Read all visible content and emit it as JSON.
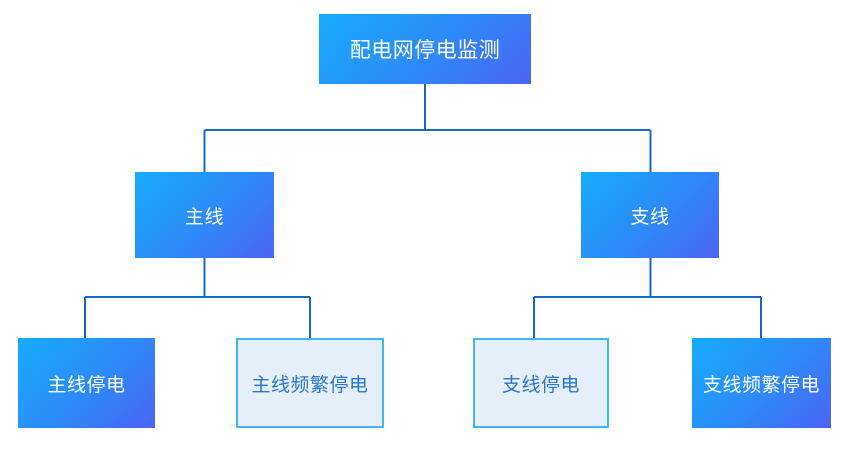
{
  "diagram": {
    "type": "hierarchy-tree",
    "title": "配电网停电监测",
    "orientation": "top-down",
    "levels": 3,
    "colors": {
      "gradient_start": "#16ACFC",
      "gradient_mid": "#2D8BF8",
      "gradient_end": "#4B64F4",
      "light_fill": "#E4EFF9",
      "light_border": "#3FB8F1",
      "light_text": "#2B77C6",
      "connector": "#1668C4",
      "node_text": "#FFFFFF",
      "background": "#FFFFFF"
    },
    "nodes": {
      "root": {
        "label": "配电网停电监测",
        "style": "gradient"
      },
      "level2": [
        {
          "id": "main-line",
          "label": "主线",
          "style": "gradient"
        },
        {
          "id": "branch-line",
          "label": "支线",
          "style": "gradient"
        }
      ],
      "level3": [
        {
          "id": "main-outage",
          "label": "主线停电",
          "style": "gradient",
          "parent": "main-line"
        },
        {
          "id": "main-frequent-outage",
          "label": "主线频繁停电",
          "style": "light",
          "parent": "main-line"
        },
        {
          "id": "branch-outage",
          "label": "支线停电",
          "style": "light",
          "parent": "branch-line"
        },
        {
          "id": "branch-frequent-outage",
          "label": "支线频繁停电",
          "style": "gradient",
          "parent": "branch-line"
        }
      ]
    },
    "edges": [
      {
        "from": "root",
        "to": "main-line"
      },
      {
        "from": "root",
        "to": "branch-line"
      },
      {
        "from": "main-line",
        "to": "main-outage"
      },
      {
        "from": "main-line",
        "to": "main-frequent-outage"
      },
      {
        "from": "branch-line",
        "to": "branch-outage"
      },
      {
        "from": "branch-line",
        "to": "branch-frequent-outage"
      }
    ]
  }
}
